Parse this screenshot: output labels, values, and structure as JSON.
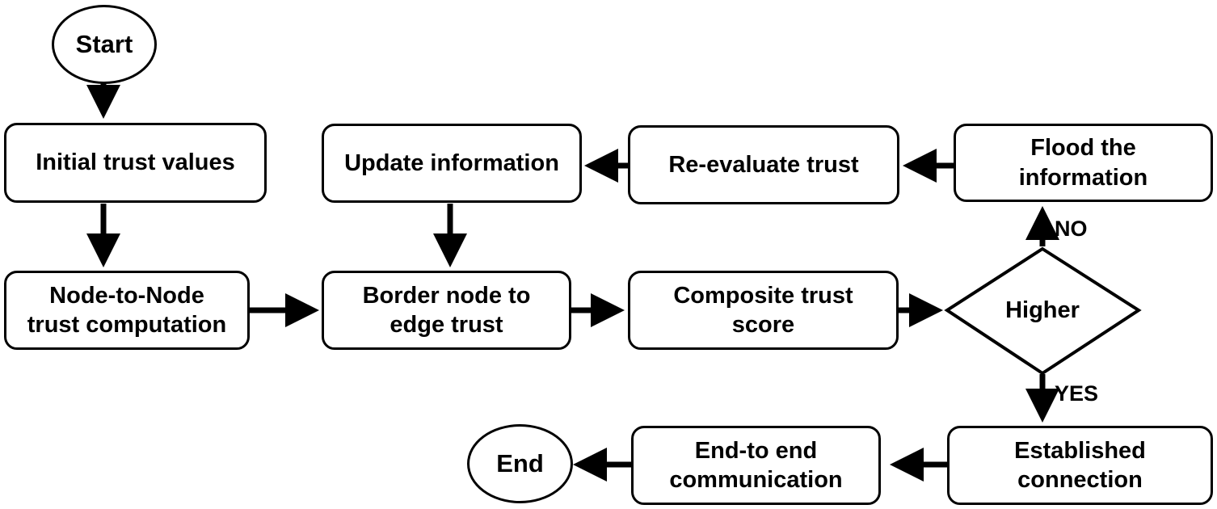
{
  "nodes": {
    "start": "Start",
    "initial_trust": "Initial trust values",
    "node_to_node": "Node-to-Node\ntrust computation",
    "border_node": "Border node to\nedge trust",
    "composite": "Composite trust\nscore",
    "decision": "Higher",
    "flood": "Flood the\ninformation",
    "reevaluate": "Re-evaluate trust",
    "update": "Update information",
    "established": "Established\nconnection",
    "end_to_end": "End-to end\ncommunication",
    "end": "End"
  },
  "branches": {
    "no": "NO",
    "yes": "YES"
  }
}
